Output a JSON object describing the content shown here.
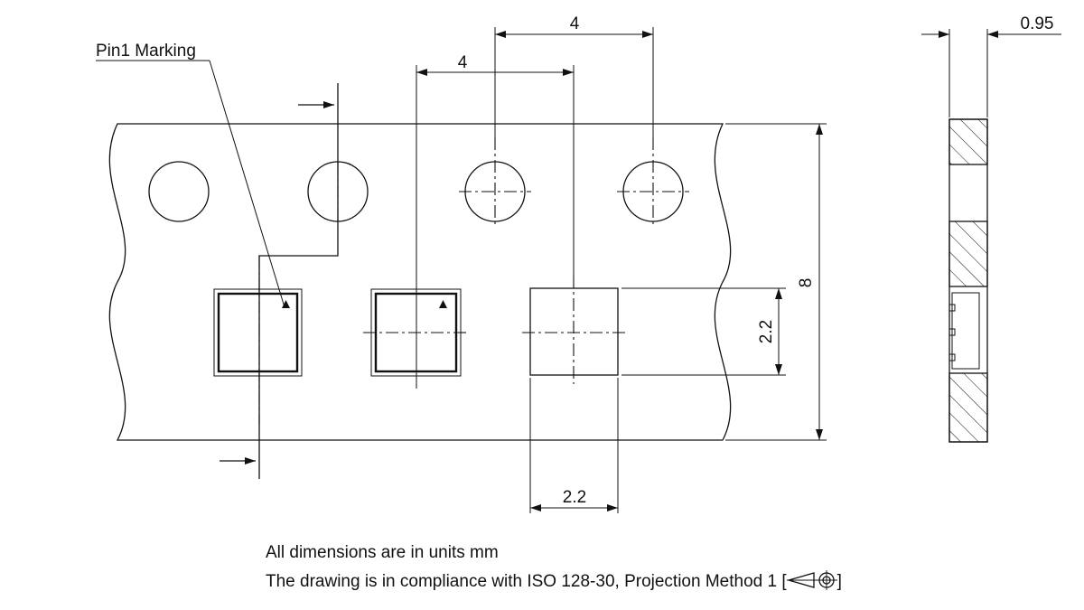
{
  "labels": {
    "pin1": "Pin1 Marking",
    "pitch_top": "4",
    "pitch_mid": "4",
    "thickness": "0.95",
    "tape_width": "8",
    "pocket_height": "2.2",
    "pocket_width": "2.2"
  },
  "notes": {
    "line1": "All dimensions are in units mm",
    "line2_prefix": "The drawing is in compliance with ISO 128-30, Projection Method 1 [",
    "line2_suffix": "]"
  },
  "colors": {
    "ink": "#111111",
    "paper": "#ffffff"
  }
}
